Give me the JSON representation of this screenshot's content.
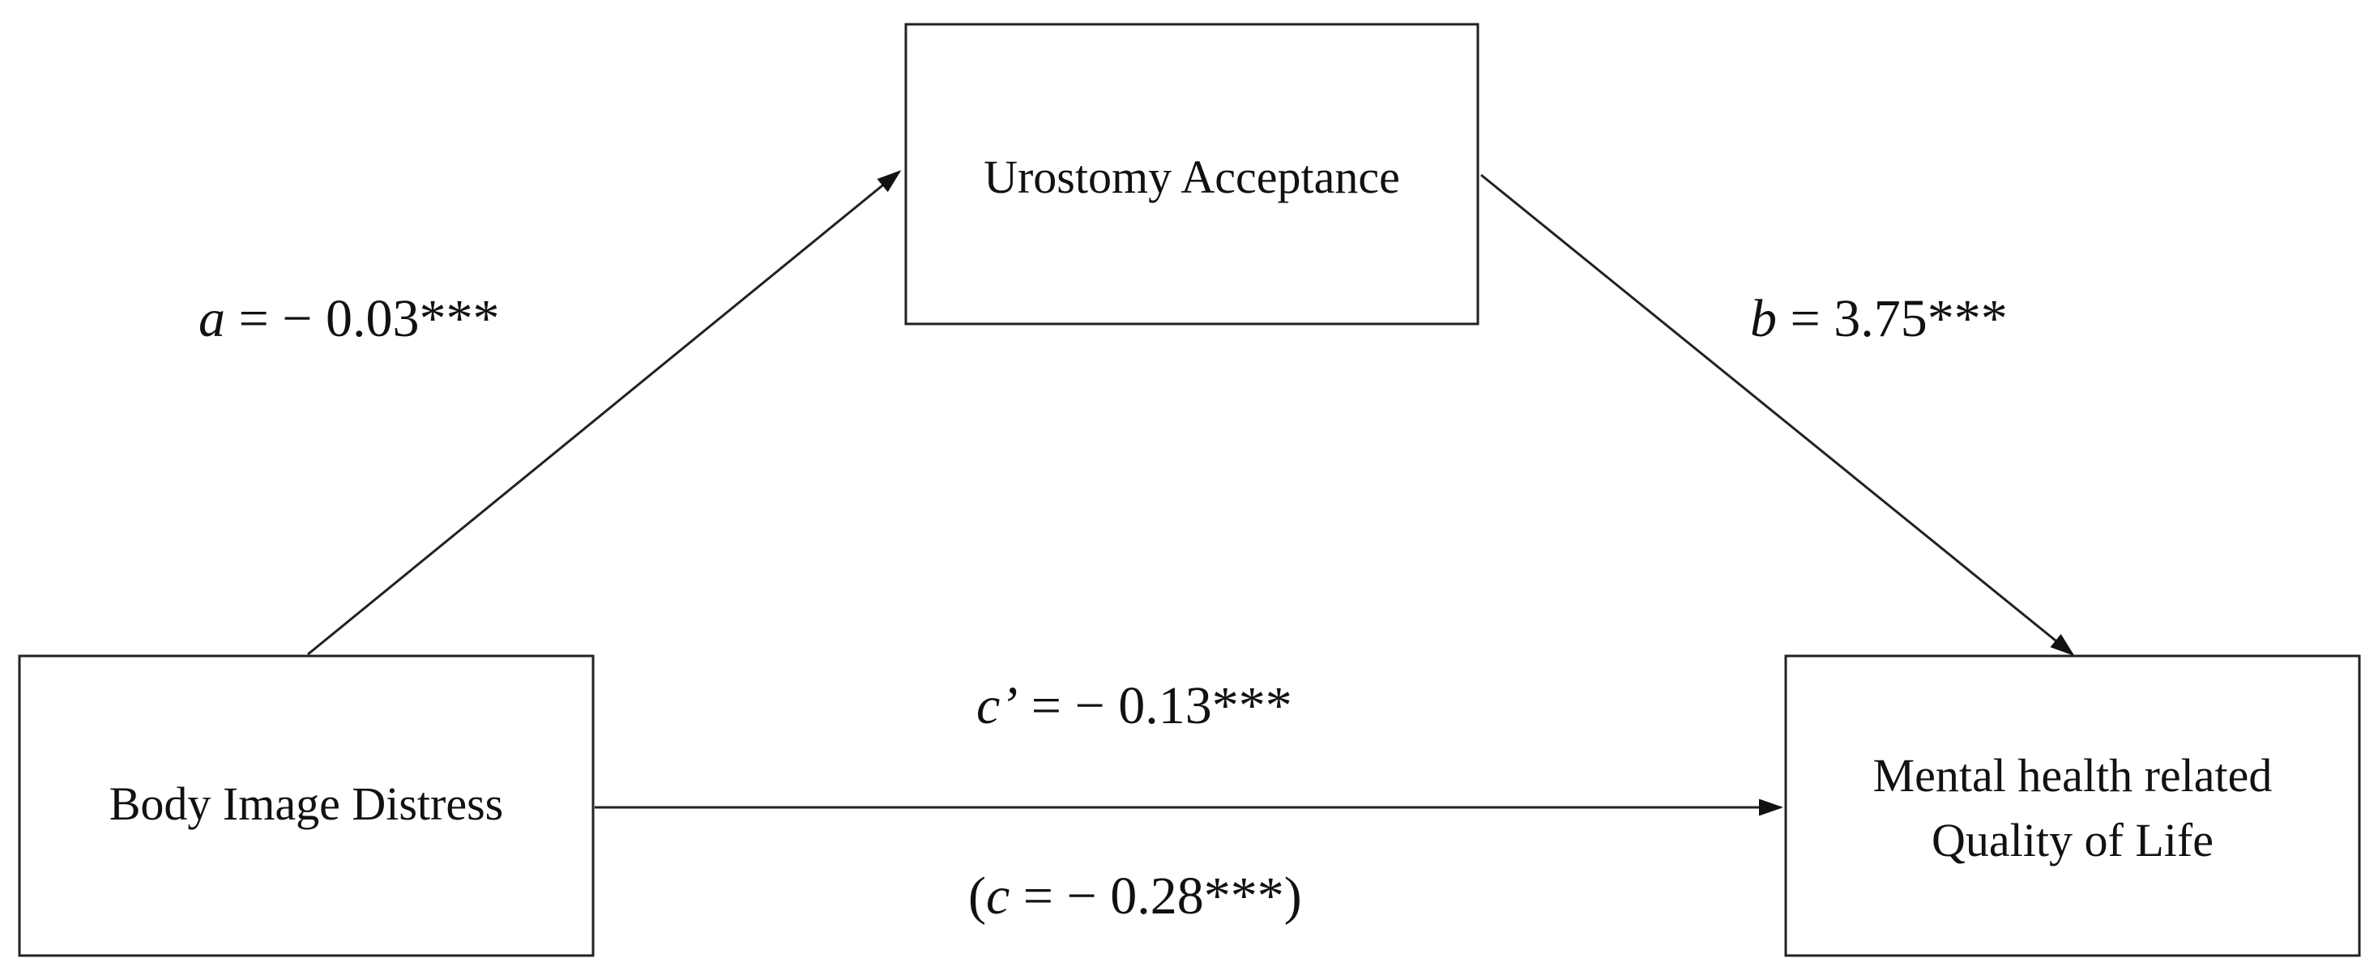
{
  "nodes": {
    "mediator": {
      "label": "Urostomy Acceptance"
    },
    "predictor": {
      "label": "Body Image Distress"
    },
    "outcome": {
      "line1": "Mental health related",
      "line2": "Quality of Life"
    }
  },
  "paths": {
    "a": {
      "symbol": "a",
      "value": " = − 0.03***"
    },
    "b": {
      "symbol": "b",
      "value": " = 3.75***"
    },
    "c_prime": {
      "symbol": "c",
      "prime": "’",
      "value": " = − 0.13***"
    },
    "c_total": {
      "open": "(",
      "symbol": "c",
      "value": " = − 0.28***)"
    }
  }
}
